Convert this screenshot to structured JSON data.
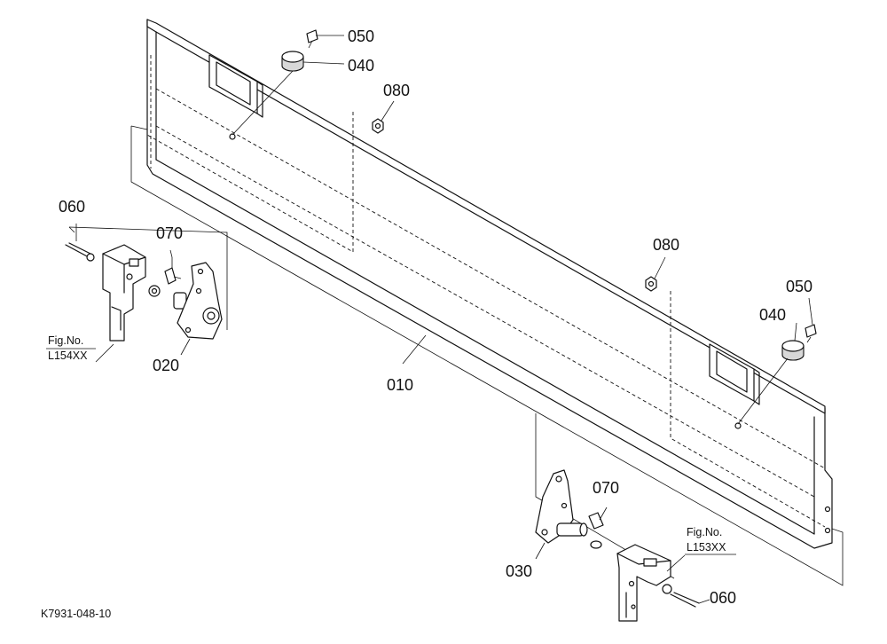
{
  "drawing_code": "K7931-048-10",
  "callouts": {
    "p010": "010",
    "p020": "020",
    "p030": "030",
    "p040a": "040",
    "p040b": "040",
    "p050a": "050",
    "p050b": "050",
    "p060a": "060",
    "p060b": "060",
    "p070a": "070",
    "p070b": "070",
    "p080a": "080",
    "p080b": "080"
  },
  "fig_refs": {
    "left": {
      "title": "Fig.No.",
      "code": "L154XX"
    },
    "right": {
      "title": "Fig.No.",
      "code": "L153XX"
    }
  }
}
